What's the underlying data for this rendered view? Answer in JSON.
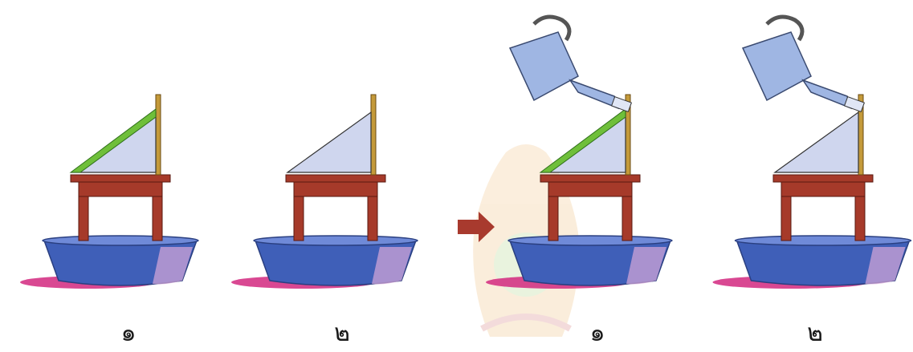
{
  "panels": [
    {
      "label": "๑",
      "has_grass": true,
      "has_can": false
    },
    {
      "label": "๒",
      "has_grass": false,
      "has_can": false
    },
    {
      "label": "๑",
      "has_grass": true,
      "has_can": true
    },
    {
      "label": "๒",
      "has_grass": false,
      "has_can": true
    }
  ],
  "arrow_icon": "right-arrow-icon",
  "watermark_icon": "thai-emblem-watermark",
  "colors": {
    "basin": "#3f5fb8",
    "basin_rim": "#6f8ad8",
    "basin_highlight": "#d8a8d8",
    "shadow": "#d2287f",
    "table": "#a63a2a",
    "grass": "#6fbf3a",
    "slope": "#cfd6ee",
    "pole": "#c49a3a",
    "can": "#9fb6e3",
    "arrow": "#a83a2e"
  }
}
